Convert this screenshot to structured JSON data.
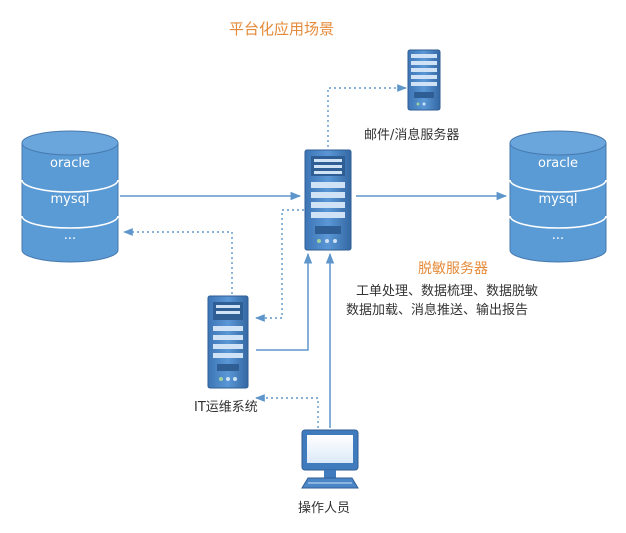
{
  "title": "平台化应用场景",
  "left_database": {
    "rows": [
      "oracle",
      "mysql",
      "..."
    ]
  },
  "right_database": {
    "rows": [
      "oracle",
      "mysql",
      "..."
    ]
  },
  "mail_server": {
    "label": "邮件/消息服务器"
  },
  "desensitize_server": {
    "label": "脱敏服务器",
    "desc_line1": "工单处理、数据梳理、数据脱敏",
    "desc_line2": "数据加载、消息推送、输出报告"
  },
  "it_ops": {
    "label": "IT运维系统"
  },
  "operator": {
    "label": "操作人员"
  },
  "colors": {
    "accent": "#e58a3a",
    "db_fill": "#5b9bd5",
    "db_stroke": "#4679ae",
    "arrow": "#5e96cc",
    "server_body": "#4b86c6",
    "server_dark": "#2f5e95"
  }
}
